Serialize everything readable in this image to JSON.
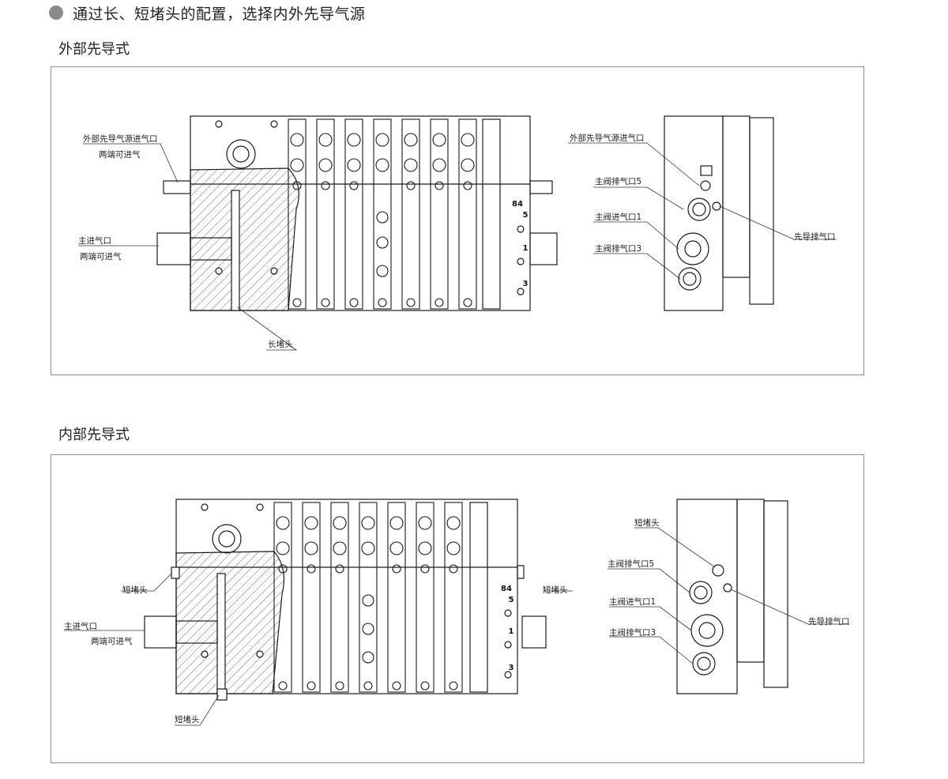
{
  "heading": {
    "text": "通过长、短堵头的配置，选择内外先导气源"
  },
  "sections": [
    {
      "title": "外部先导式",
      "labels": {
        "ext_inlet": "外部先导气源进气口",
        "ext_inlet_sub": "两端可进气",
        "main_inlet": "主进气口",
        "main_inlet_sub": "两端可进气",
        "long_plug": "长堵头",
        "side_ext_inlet": "外部先导气源进气口",
        "exhaust5": "主阀排气口5",
        "inlet1": "主阀进气口1",
        "exhaust3": "主阀排气口3",
        "pilot_exhaust": "先导排气口"
      },
      "ports": {
        "p84": "84",
        "p5": "5",
        "p1": "1",
        "p3": "3"
      }
    },
    {
      "title": "内部先导式",
      "labels": {
        "short_plug_left": "短堵头",
        "short_plug_right": "短堵头",
        "main_inlet": "主进气口",
        "main_inlet_sub": "两端可进气",
        "short_plug_bottom": "短堵头",
        "side_short_plug": "短堵头",
        "exhaust5": "主阀排气口5",
        "inlet1": "主阀进气口1",
        "exhaust3": "主阀排气口3",
        "pilot_exhaust": "先导排气口"
      },
      "ports": {
        "p84": "84",
        "p5": "5",
        "p1": "1",
        "p3": "3"
      }
    }
  ],
  "colors": {
    "bullet": "#8a8a8a",
    "panel_border": "#8c8c8c",
    "line": "#1a1a1a"
  }
}
